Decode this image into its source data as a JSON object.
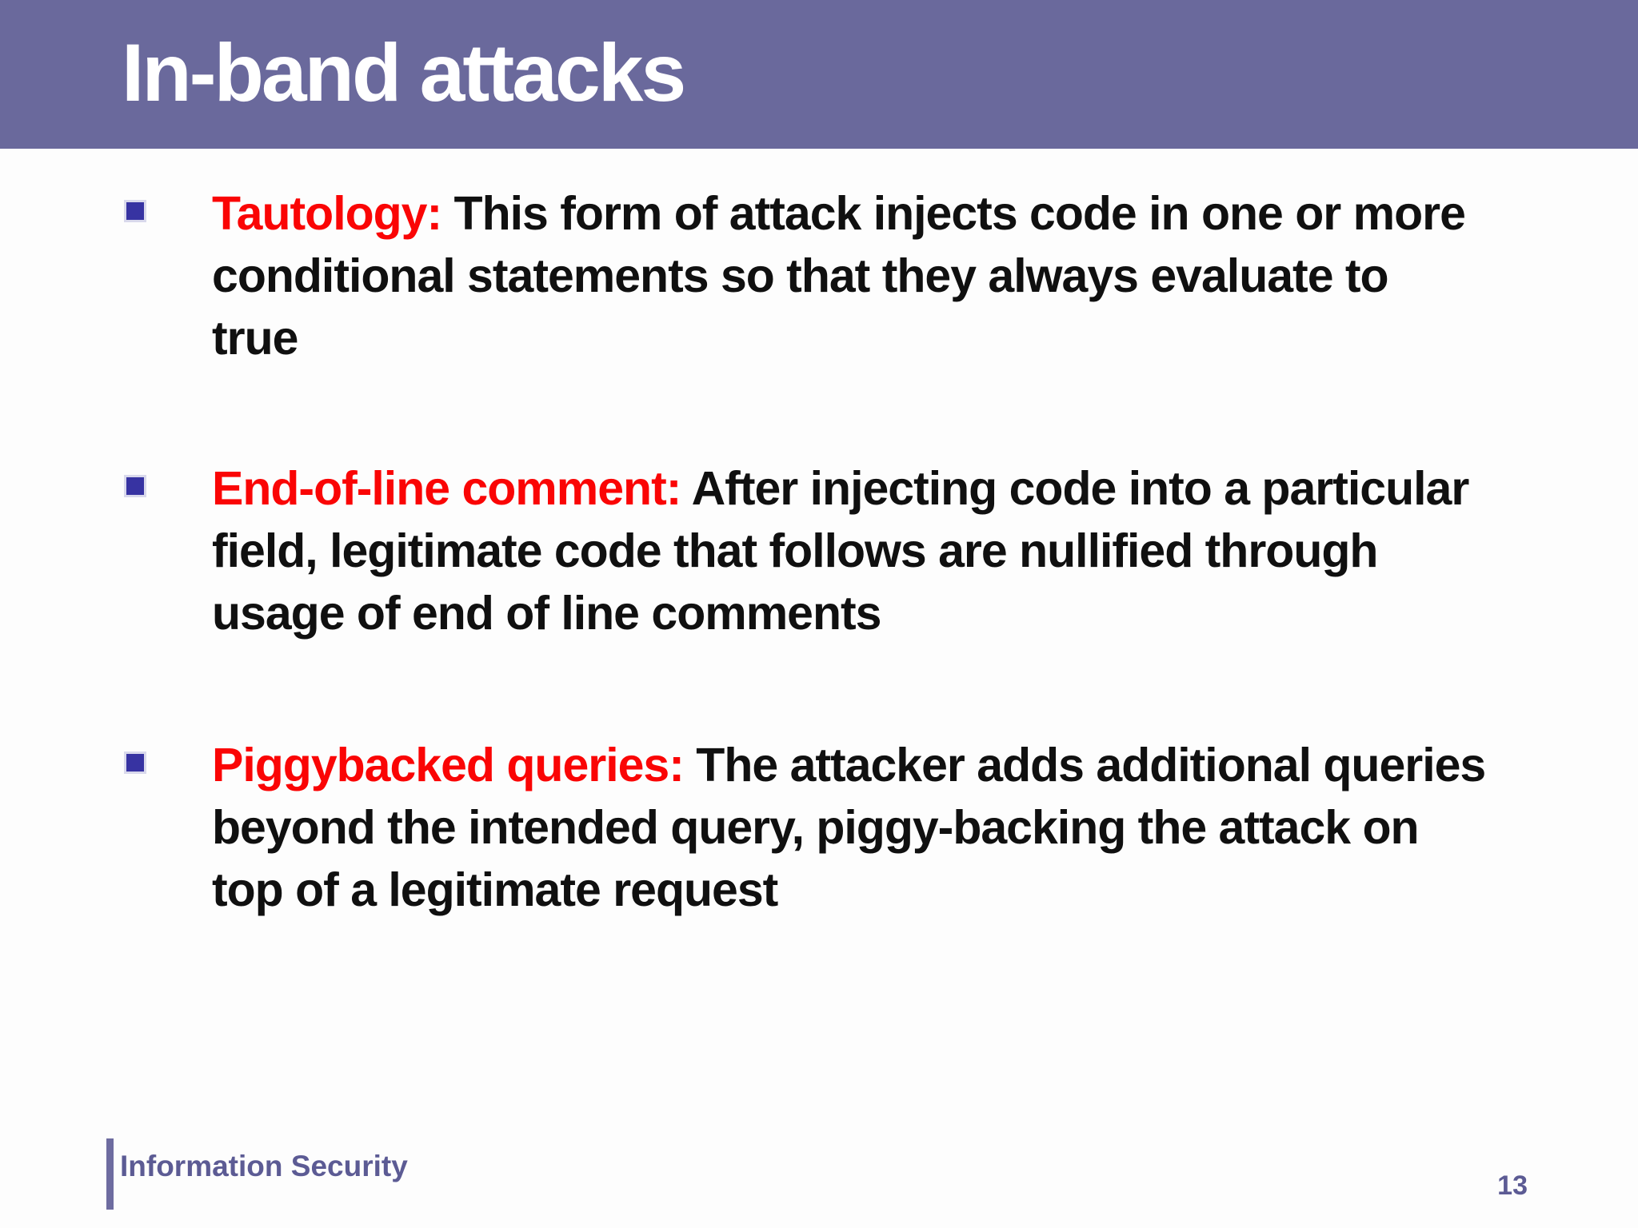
{
  "slide": {
    "title": "In-band attacks",
    "bullets": [
      {
        "term": "Tautology:",
        "text": " This form of attack injects code in one or more\nconditional statements so that they always evaluate to\ntrue"
      },
      {
        "term": "End-of-line comment:",
        "text": " After injecting code into a particular\nfield, legitimate code that follows are nullified through\nusage of end of line comments"
      },
      {
        "term": "Piggybacked queries:",
        "text": " The attacker adds additional queries\nbeyond the intended query, piggy-backing the attack on\ntop of a legitimate request"
      }
    ],
    "footer": {
      "course": "Information Security",
      "page_number": "13"
    },
    "colors": {
      "header_bg": "#6a699c",
      "title_text": "#ffffff",
      "term_red": "#fa0505",
      "body_text": "#101010",
      "bullet_marker_blue": "#3733a2",
      "footer_purple": "#5c5b94",
      "background": "#fdfdfd"
    }
  }
}
